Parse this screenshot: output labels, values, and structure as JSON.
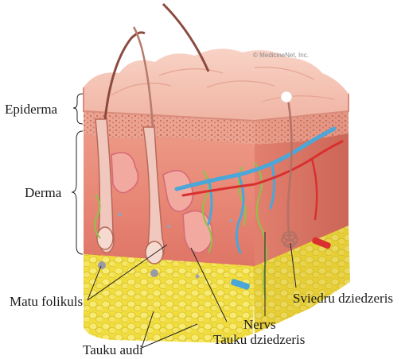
{
  "copyright": "© MedicineNet, Inc.",
  "labels": {
    "epiderma": "Epiderma",
    "derma": "Derma",
    "matu_folikuls": "Matu folikuls",
    "tauku_audi": "Tauku audi",
    "nervs": "Nervs",
    "tauku_dziedzeris": "Tauku dziedzeris",
    "sviedru_dziedzeris": "Sviedru dziedzeris"
  },
  "colors": {
    "epidermis": "#f2b7a6",
    "dermis": "#e8897a",
    "fat": "#f2e24a",
    "vein": "#4aa7d8",
    "artery": "#d9302f",
    "nerve": "#8fc24a"
  }
}
